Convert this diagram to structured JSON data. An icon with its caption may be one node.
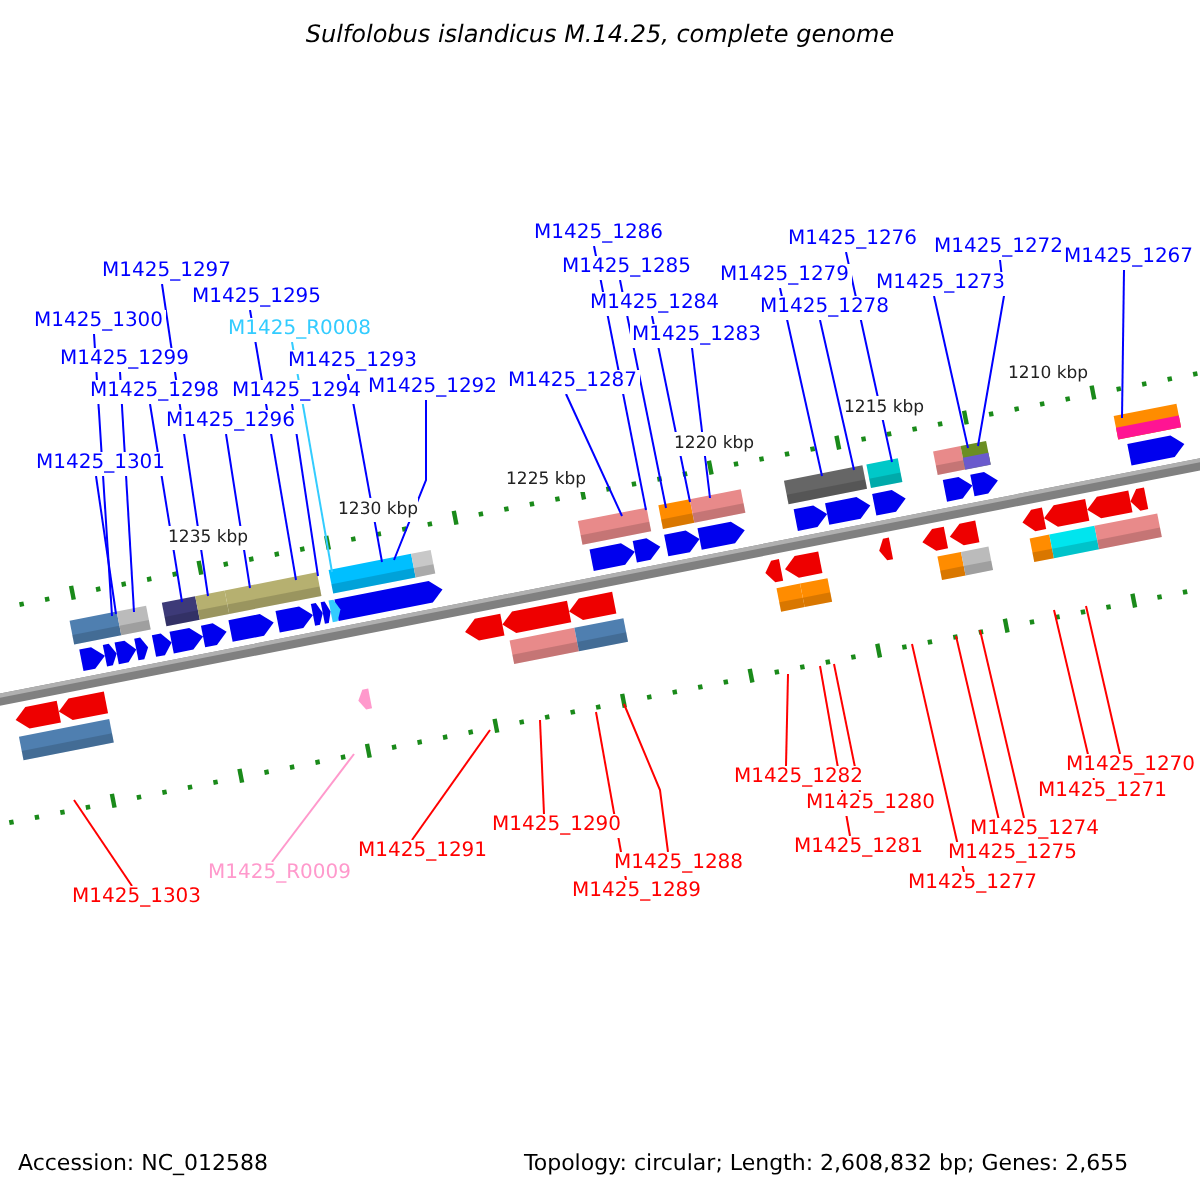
{
  "diagram": {
    "title": "Sulfolobus islandicus M.14.25, complete genome",
    "nodes": [
      {
        "text": [
          "M1425_1286"
        ]
      },
      {
        "text": [
          "M1425_1276"
        ]
      },
      {
        "text": [
          "M1425_1272"
        ]
      },
      {
        "text": [
          "M1425_1267"
        ]
      },
      {
        "text": [
          "M1425_1285"
        ]
      },
      {
        "text": [
          "M1425_1297"
        ]
      },
      {
        "text": [
          "M1425_1279"
        ]
      },
      {
        "text": [
          "M1425_1273"
        ]
      },
      {
        "text": [
          "M1425_1295"
        ]
      },
      {
        "text": [
          "M1425_1284"
        ]
      },
      {
        "text": [
          "M1425_1278"
        ]
      },
      {
        "text": [
          "M1425_1300"
        ]
      },
      {
        "text": [
          "M1425_R0008"
        ]
      },
      {
        "text": [
          "M1425_1283"
        ]
      },
      {
        "text": [
          "M1425_1299"
        ]
      },
      {
        "text": [
          "M1425_1293"
        ]
      },
      {
        "text": [
          "M1425_1287"
        ]
      },
      {
        "text": [
          "M1425_1292"
        ]
      },
      {
        "text": [
          "M1425_1298"
        ]
      },
      {
        "text": [
          "M1425_1294"
        ]
      },
      {
        "text": [
          "M1425_1296"
        ]
      },
      {
        "text": [
          "M1425_1301"
        ]
      },
      {
        "text": [
          "M1425_1270"
        ]
      },
      {
        "text": [
          "M1425_1282"
        ]
      },
      {
        "text": [
          "M1425_1271"
        ]
      },
      {
        "text": [
          "M1425_1280"
        ]
      },
      {
        "text": [
          "M1425_1290"
        ]
      },
      {
        "text": [
          "M1425_1274"
        ]
      },
      {
        "text": [
          "M1425_1281"
        ]
      },
      {
        "text": [
          "M1425_1291"
        ]
      },
      {
        "text": [
          "M1425_1275"
        ]
      },
      {
        "text": [
          "M1425_1288"
        ]
      },
      {
        "text": [
          "M1425_R0009"
        ]
      },
      {
        "text": [
          "M1425_1277"
        ]
      },
      {
        "text": [
          "M1425_1289"
        ]
      },
      {
        "text": [
          "M1425_1303"
        ]
      }
    ],
    "edges": [
      {
        "from": 0,
        "to": null,
        "arrow": "none"
      },
      {
        "from": 1,
        "to": null,
        "arrow": "none"
      },
      {
        "from": 2,
        "to": null,
        "arrow": "none"
      },
      {
        "from": 3,
        "to": null,
        "arrow": "none"
      },
      {
        "from": 4,
        "to": null,
        "arrow": "none"
      },
      {
        "from": 5,
        "to": null,
        "arrow": "none"
      },
      {
        "from": 6,
        "to": null,
        "arrow": "none"
      },
      {
        "from": 7,
        "to": null,
        "arrow": "none"
      },
      {
        "from": 8,
        "to": null,
        "arrow": "none"
      },
      {
        "from": 9,
        "to": null,
        "arrow": "none"
      },
      {
        "from": 10,
        "to": null,
        "arrow": "none"
      },
      {
        "from": 11,
        "to": null,
        "arrow": "none"
      },
      {
        "from": 12,
        "to": null,
        "arrow": "none",
        "color": "#33ccff"
      },
      {
        "from": 13,
        "to": null,
        "arrow": "none"
      },
      {
        "from": 14,
        "to": null,
        "arrow": "none"
      },
      {
        "from": 15,
        "to": null,
        "arrow": "none"
      },
      {
        "from": 16,
        "to": null,
        "arrow": "none"
      },
      {
        "from": 17,
        "to": null,
        "arrow": "none"
      },
      {
        "from": 18,
        "to": null,
        "arrow": "none"
      },
      {
        "from": 19,
        "to": null,
        "arrow": "none"
      },
      {
        "from": 20,
        "to": null,
        "arrow": "none"
      },
      {
        "from": 21,
        "to": null,
        "arrow": "none"
      },
      {
        "from": 22,
        "to": null,
        "arrow": "none",
        "color": "#ff0000"
      },
      {
        "from": 23,
        "to": null,
        "arrow": "none",
        "color": "#ff0000"
      },
      {
        "from": 24,
        "to": null,
        "arrow": "none",
        "color": "#ff0000"
      },
      {
        "from": 25,
        "to": null,
        "arrow": "none",
        "color": "#ff0000"
      },
      {
        "from": 26,
        "to": null,
        "arrow": "none",
        "color": "#ff0000"
      },
      {
        "from": 27,
        "to": null,
        "arrow": "none",
        "color": "#ff0000"
      },
      {
        "from": 28,
        "to": null,
        "arrow": "none",
        "color": "#ff0000"
      },
      {
        "from": 29,
        "to": null,
        "arrow": "none",
        "color": "#ff0000"
      },
      {
        "from": 30,
        "to": null,
        "arrow": "none",
        "color": "#ff0000"
      },
      {
        "from": 31,
        "to": null,
        "arrow": "none",
        "color": "#ff0000"
      },
      {
        "from": 32,
        "to": null,
        "arrow": "none",
        "color": "#ff99cc"
      },
      {
        "from": 33,
        "to": null,
        "arrow": "none",
        "color": "#ff0000"
      },
      {
        "from": 34,
        "to": null,
        "arrow": "none",
        "color": "#ff0000"
      },
      {
        "from": 35,
        "to": null,
        "arrow": "none",
        "color": "#ff0000"
      }
    ],
    "labels": [
      "1210 kbp",
      "1215 kbp",
      "1220 kbp",
      "1225 kbp",
      "1230 kbp",
      "1235 kbp",
      "Accession: NC_012588",
      "Topology: circular; Length: 2,608,832 bp; Genes: 2,655"
    ]
  }
}
